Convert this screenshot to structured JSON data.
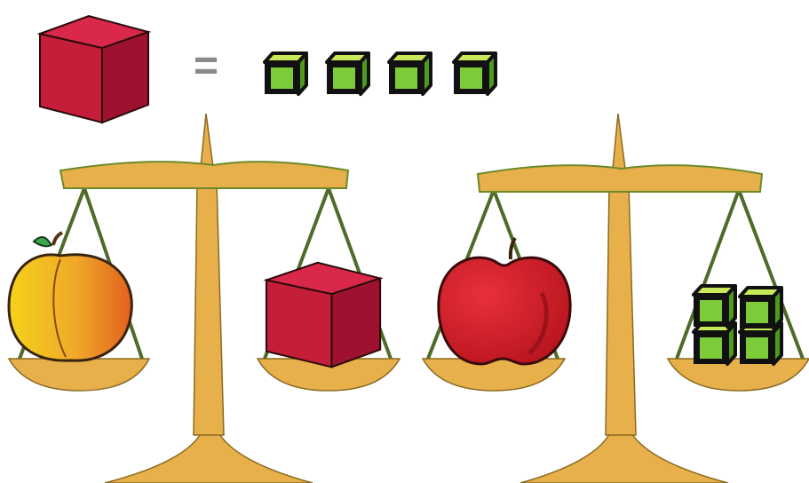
{
  "equation": {
    "left_item": "big-red-cube",
    "operator": "=",
    "right_item": "small-green-cube",
    "right_count": 4
  },
  "scales": [
    {
      "name": "left-scale",
      "balanced": true,
      "left_pan": {
        "item": "peach",
        "count": 1
      },
      "right_pan": {
        "item": "big-red-cube",
        "count": 1
      }
    },
    {
      "name": "right-scale",
      "balanced": true,
      "left_pan": {
        "item": "red-apple",
        "count": 1
      },
      "right_pan": {
        "item": "small-green-cube",
        "count": 4
      }
    }
  ],
  "colors": {
    "scale_gold": "#e8b04b",
    "scale_green": "#4f6b2a",
    "cube_red_front": "#c41e3a",
    "cube_red_top": "#e0334f",
    "cube_red_side": "#9e1230",
    "cube_green_front": "#7ecb3a",
    "cube_green_top": "#c8ea5a",
    "cube_green_side": "#4e9a1a",
    "peach_yellow": "#f2c416",
    "peach_orange": "#e8761d",
    "apple_red": "#d0202a"
  }
}
